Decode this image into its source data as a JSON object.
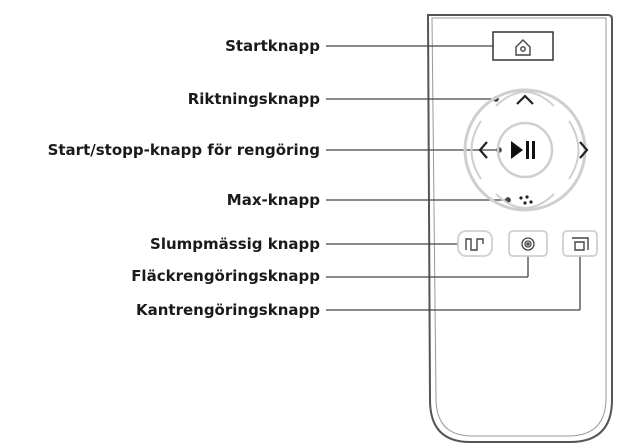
{
  "labels": {
    "start": "Startknapp",
    "direction": "Riktningsknapp",
    "start_stop": "Start/stopp-knapp för rengöring",
    "max": "Max-knapp",
    "random": "Slumpmässig knapp",
    "spot": "Fläckrengöringsknapp",
    "edge": "Kantrengöringsknapp"
  },
  "colors": {
    "text": "#1a1a1a",
    "line": "#444444",
    "outline": "#555555",
    "button": "#cfcfcf"
  },
  "icons": {
    "home": "home-icon",
    "up": "chevron-up-icon",
    "left": "chevron-left-icon",
    "right": "chevron-right-icon",
    "play_pause": "play-pause-icon",
    "fan": "fan-icon",
    "random": "random-path-icon",
    "spot": "spot-spiral-icon",
    "edge": "edge-clean-icon"
  }
}
